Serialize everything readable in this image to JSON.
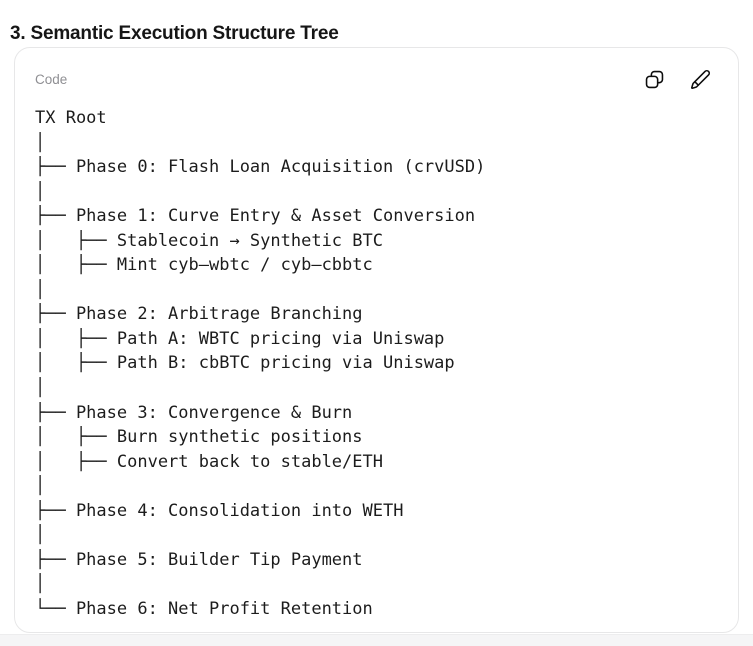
{
  "page": {
    "heading": "3. Semantic Execution Structure Tree"
  },
  "code_card": {
    "header": {
      "label": "Code",
      "icons": [
        {
          "name": "copy-icon",
          "action": "copy code"
        },
        {
          "name": "pencil-icon",
          "action": "edit code"
        }
      ]
    },
    "tree_lines": [
      "TX Root",
      "│",
      "├── Phase 0: Flash Loan Acquisition (crvUSD)",
      "│",
      "├── Phase 1: Curve Entry & Asset Conversion",
      "│   ├── Stablecoin → Synthetic BTC",
      "│   ├── Mint cyb–wbtc / cyb–cbbtc",
      "│",
      "├── Phase 2: Arbitrage Branching",
      "│   ├── Path A: WBTC pricing via Uniswap",
      "│   ├── Path B: cbBTC pricing via Uniswap",
      "│",
      "├── Phase 3: Convergence & Burn",
      "│   ├── Burn synthetic positions",
      "│   ├── Convert back to stable/ETH",
      "│",
      "├── Phase 4: Consolidation into WETH",
      "│",
      "├── Phase 5: Builder Tip Payment",
      "│",
      "└── Phase 6: Net Profit Retention"
    ]
  },
  "colors": {
    "page_bg": "#ffffff",
    "card_bg": "#ffffff",
    "card_border": "#e7e7e8",
    "heading_text": "#161616",
    "code_label_text": "#8f8f93",
    "tree_text": "#1c1c1c",
    "icon_stroke": "#0d0d0d",
    "bottom_strip_bg": "#f5f5f6"
  }
}
